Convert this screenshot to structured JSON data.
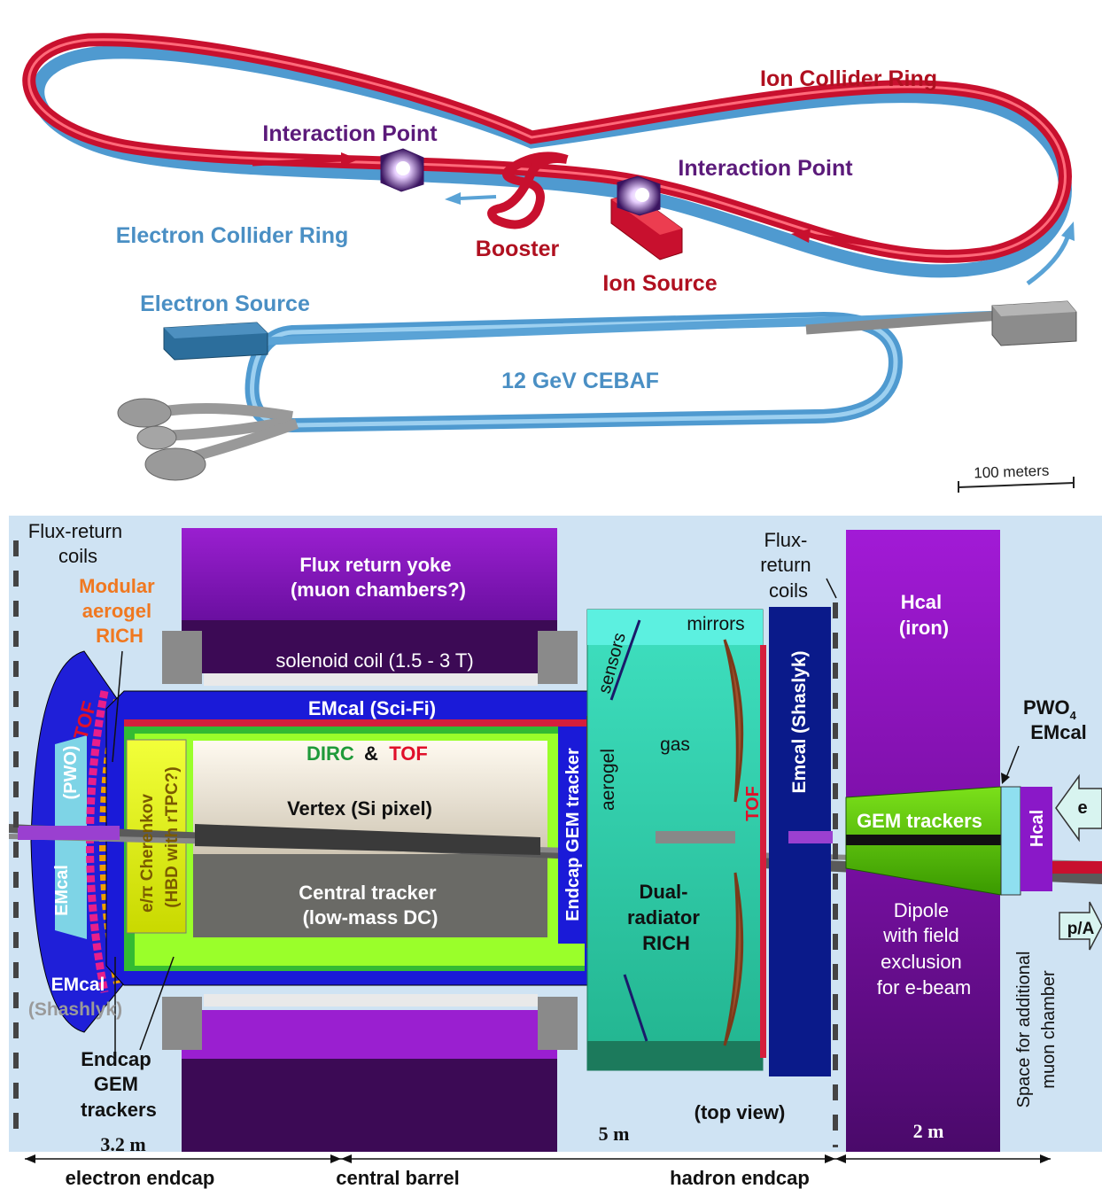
{
  "accelerator": {
    "ion_collider_ring": "Ion Collider Ring",
    "interaction_point_left": "Interaction Point",
    "interaction_point_right": "Interaction Point",
    "electron_collider_ring": "Electron Collider Ring",
    "booster": "Booster",
    "ion_source": "Ion Source",
    "electron_source": "Electron Source",
    "cebaf": "12 GeV CEBAF",
    "scale_bar": "100 meters",
    "colors": {
      "ion": "#c8102e",
      "electron": "#5aa3d6",
      "label_red": "#b01020",
      "label_blue": "#4a8fc4",
      "label_purple": "#5b1a7a"
    }
  },
  "detector": {
    "flux_return_coils_left": [
      "Flux-return",
      "coils"
    ],
    "modular_rich": [
      "Modular",
      "aerogel",
      "RICH"
    ],
    "flux_return_yoke": [
      "Flux return yoke",
      "(muon chambers?)"
    ],
    "solenoid_coil": "solenoid coil (1.5 - 3 T)",
    "emcal_scifi": "EMcal (Sci-Fi)",
    "dirc": "DIRC",
    "amp": "&",
    "tof_barrel": "TOF",
    "vertex": "Vertex (Si pixel)",
    "central_tracker": [
      "Central tracker",
      "(low-mass DC)"
    ],
    "tof_left": "TOF",
    "pwo": "(PWO)",
    "emcal_left_vertical": "EMcal",
    "cherenkov_1": "e/π Cherenkov",
    "cherenkov_2": "(HBD with rTPC?)",
    "emcal_shashlyk_left": "EMcal",
    "shashlyk_left": "(Shashlyk)",
    "endcap_gem_trackers": [
      "Endcap",
      "GEM",
      "trackers"
    ],
    "dim_left": "3.2 m",
    "endcap_gem_tracker_vertical": "Endcap GEM tracker",
    "sensors": "sensors",
    "mirrors": "mirrors",
    "gas": "gas",
    "aerogel": "aerogel",
    "tof_right": "TOF",
    "dual_radiator": [
      "Dual-",
      "radiator",
      "RICH"
    ],
    "flux_return_coils_right": [
      "Flux-",
      "return",
      "coils"
    ],
    "emcal_shashlyk_right": "Emcal (Shaslyk)",
    "hcal_iron": [
      "Hcal",
      "(iron)"
    ],
    "pwo4_emcal": [
      "PWO",
      "4",
      "EMcal"
    ],
    "gem_trackers": "GEM trackers",
    "hcal_small": "Hcal",
    "dipole": [
      "Dipole",
      "with field",
      "exclusion",
      "for e-beam"
    ],
    "space_muon": [
      "Space for additional",
      "muon chamber"
    ],
    "beam_e": "e",
    "beam_pa": "p/A",
    "top_view": "(top view)",
    "dim_center": "5 m",
    "dim_right": "2 m",
    "region_electron": "electron endcap",
    "region_central": "central barrel",
    "region_hadron": "hadron endcap"
  }
}
